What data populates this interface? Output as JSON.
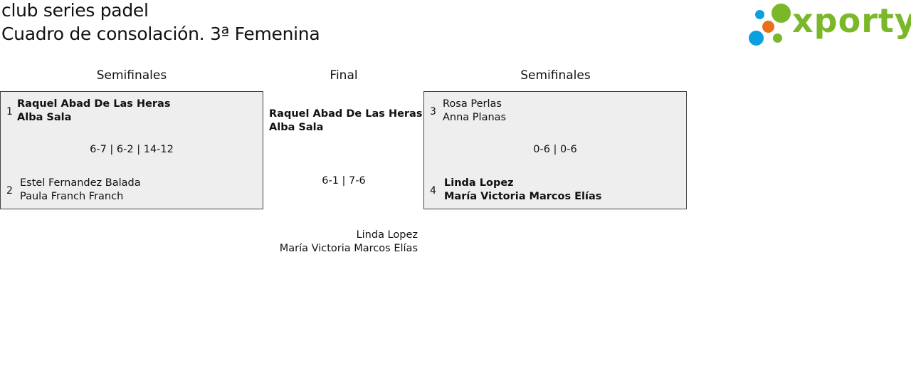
{
  "header": {
    "club_name": "club series padel",
    "draw_title": "Cuadro de consolación. 3ª Femenina"
  },
  "logo": {
    "text": "xporty",
    "text_color": "#7ab829",
    "dot_colors": [
      "#0aa0e0",
      "#7ab829",
      "#e8701a"
    ]
  },
  "rounds": {
    "left": "Semifinales",
    "final": "Final",
    "right": "Semifinales"
  },
  "semifinal_left": {
    "top": {
      "seed": "1",
      "player1": "Raquel Abad De Las Heras",
      "player2": "Alba Sala",
      "winner": true
    },
    "score": "6-7 | 6-2 | 14-12",
    "bottom": {
      "seed": "2",
      "player1": "Estel Fernandez Balada",
      "player2": "Paula Franch Franch",
      "winner": false
    }
  },
  "semifinal_right": {
    "top": {
      "seed": "3",
      "player1": "Rosa Perlas",
      "player2": "Anna Planas",
      "winner": false
    },
    "score": "0-6 | 0-6",
    "bottom": {
      "seed": "4",
      "player1": "Linda Lopez",
      "player2": "María Victoria Marcos Elías",
      "winner": true
    }
  },
  "final": {
    "winner": {
      "player1": "Raquel Abad De Las Heras",
      "player2": "Alba Sala"
    },
    "score": "6-1 | 7-6",
    "loser": {
      "player1": "Linda Lopez",
      "player2": "María Victoria Marcos Elías"
    }
  }
}
